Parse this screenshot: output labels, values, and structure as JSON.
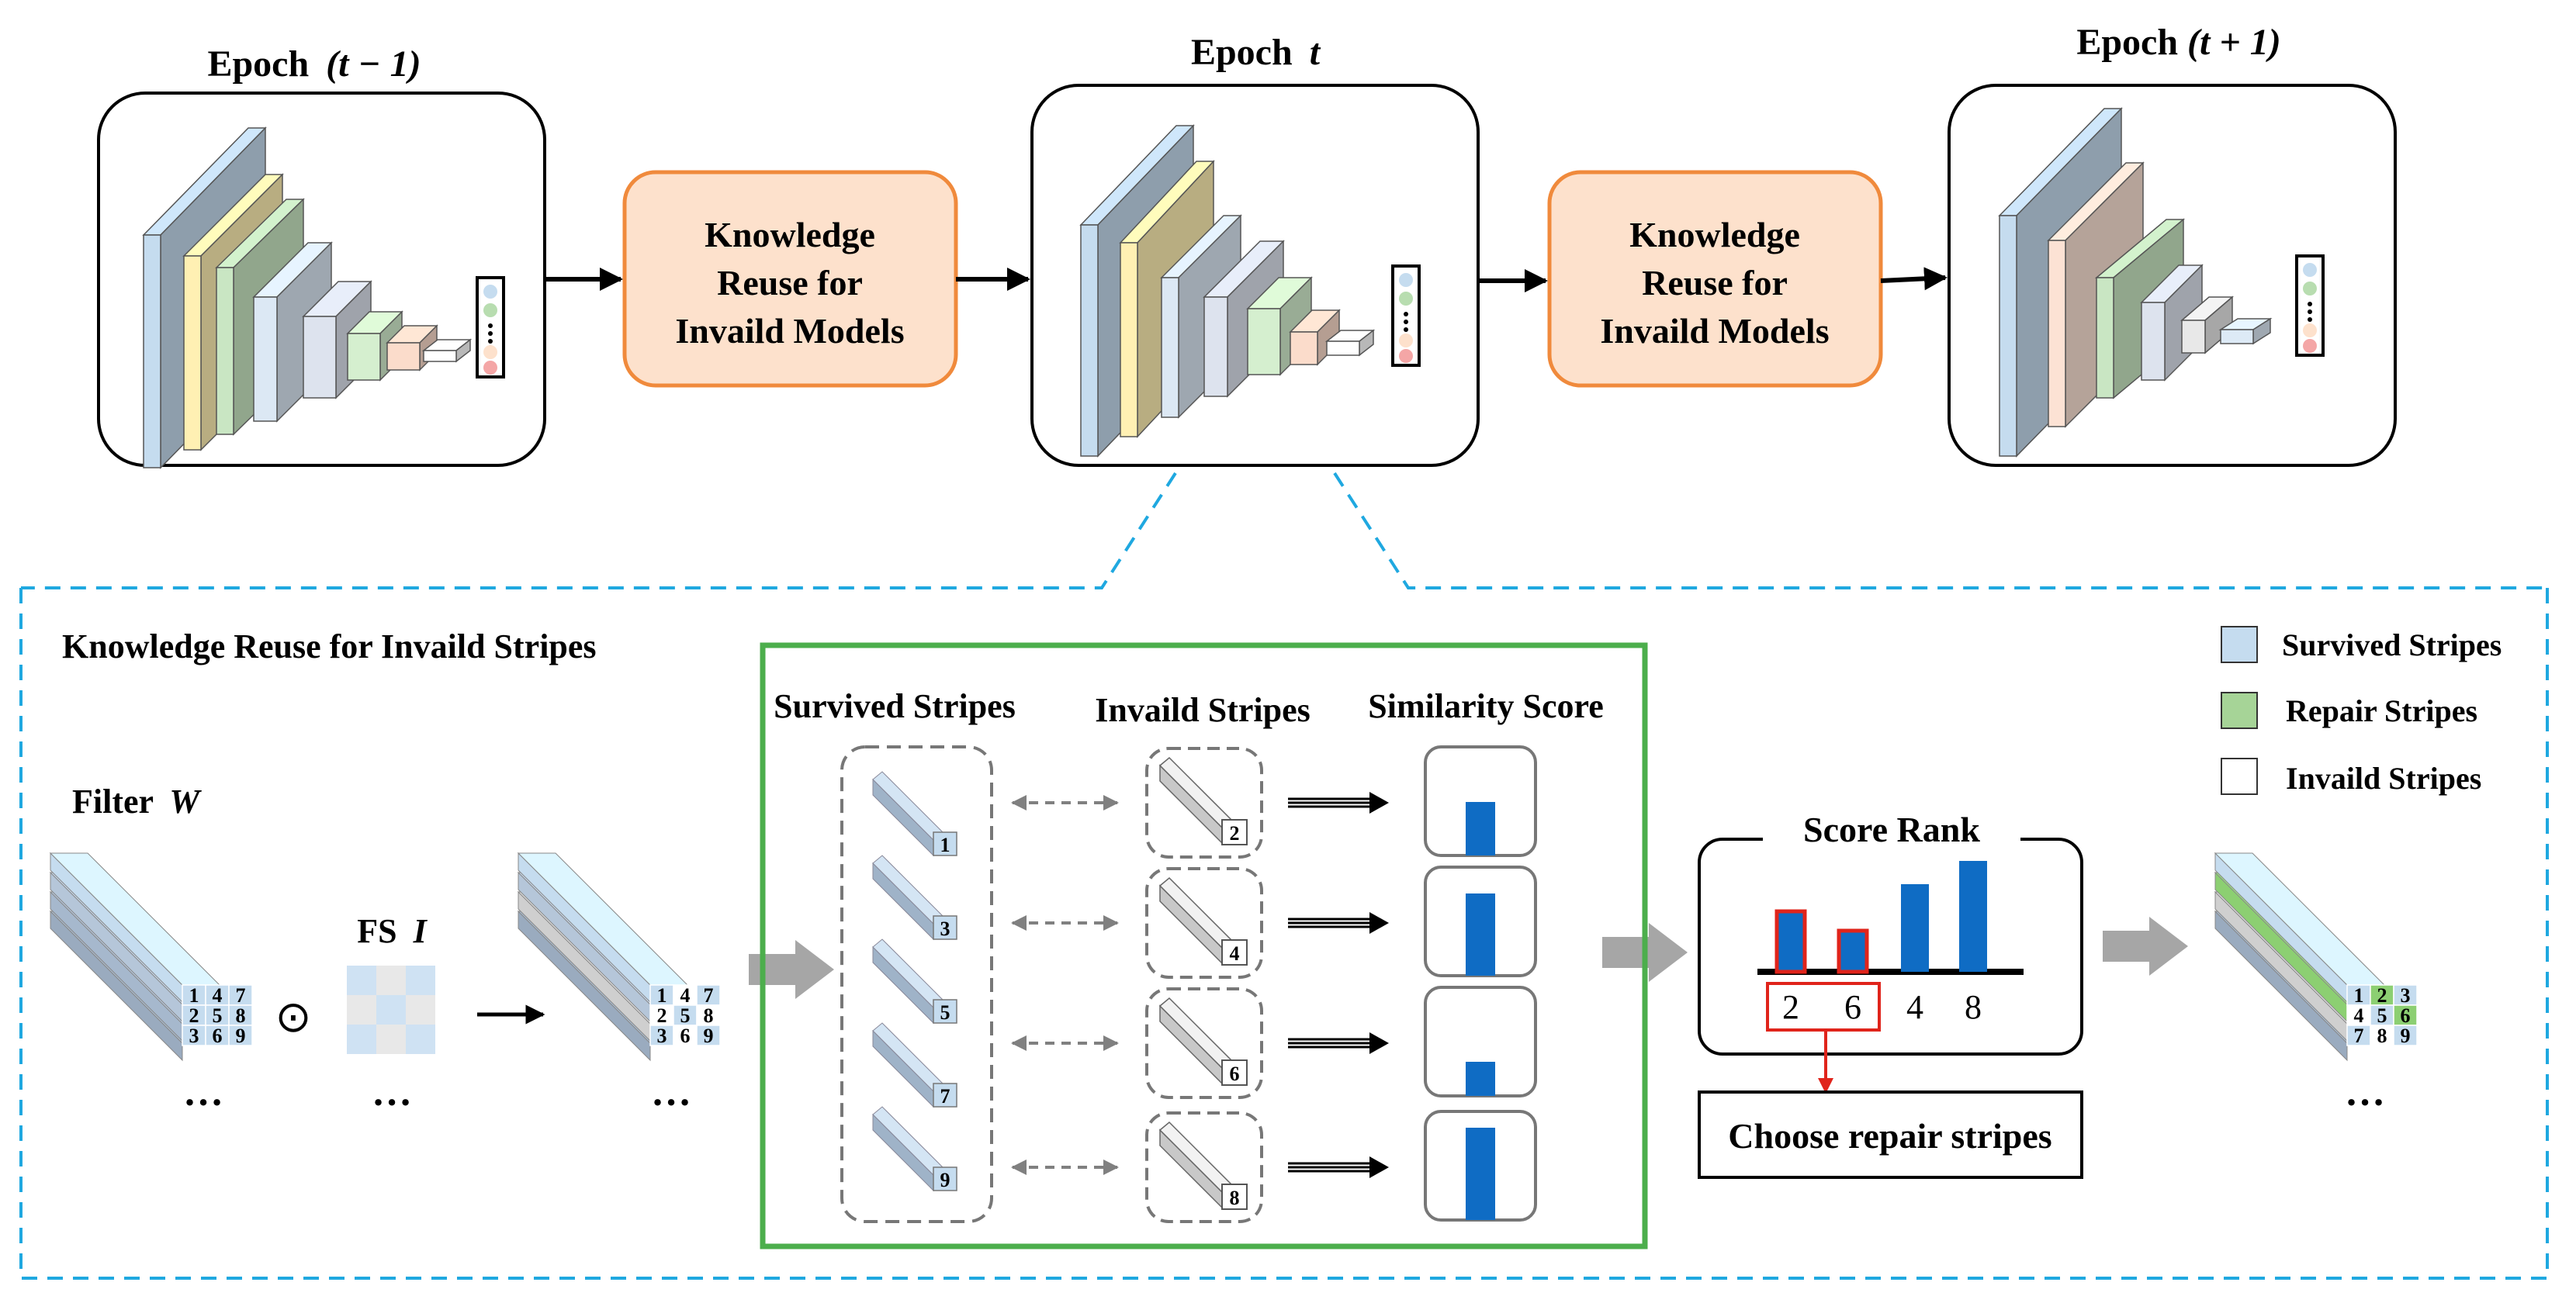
{
  "top": {
    "epochs": [
      {
        "prefix": "Epoch",
        "math": "(t − 1)"
      },
      {
        "prefix": "Epoch",
        "math": "t"
      },
      {
        "prefix": "Epoch",
        "math": "(t + 1)"
      }
    ],
    "reuse_box": [
      "Knowledge",
      "Reuse for",
      "Invaild Models"
    ]
  },
  "bottom": {
    "section_title": "Knowledge Reuse for Invaild Stripes",
    "filter_label": {
      "prefix": "Filter",
      "math": "W"
    },
    "fs_label": {
      "prefix": "FS",
      "math": "I"
    },
    "odot": "⊙",
    "ellipsis": "…",
    "filter_grid": [
      "1",
      "4",
      "7",
      "2",
      "5",
      "8",
      "3",
      "6",
      "9"
    ],
    "col_headers": [
      "Survived Stripes",
      "Invaild Stripes",
      "Similarity Score"
    ],
    "survived_ids": [
      "1",
      "3",
      "5",
      "7",
      "9"
    ],
    "invalid_ids": [
      "2",
      "4",
      "6",
      "8"
    ],
    "similarity_scores": [
      0.55,
      0.85,
      0.35,
      0.95
    ],
    "score_rank": {
      "title": "Score Rank",
      "labels": [
        "2",
        "6",
        "4",
        "8"
      ],
      "values": [
        0.52,
        0.35,
        0.75,
        0.95
      ],
      "highlighted": [
        "2",
        "6"
      ]
    },
    "choose_label": "Choose repair stripes",
    "result_grid": [
      "1",
      "2",
      "3",
      "4",
      "5",
      "6",
      "7",
      "8",
      "9"
    ],
    "legend": [
      {
        "label": "Survived Stripes",
        "color": "#c5dcef"
      },
      {
        "label": "Repair Stripes",
        "color": "#a6d497"
      },
      {
        "label": "Invaild Stripes",
        "color": "#ffffff"
      }
    ]
  },
  "colors": {
    "dashed_cyan": "#1fa8e0",
    "green_box": "#4cae4c",
    "orange_border": "#f08a3c",
    "orange_fill": "#fde1cc",
    "bar_blue": "#0f6cc4",
    "highlight_red": "#e0241b",
    "gray_arrow": "#a6a6a6"
  }
}
